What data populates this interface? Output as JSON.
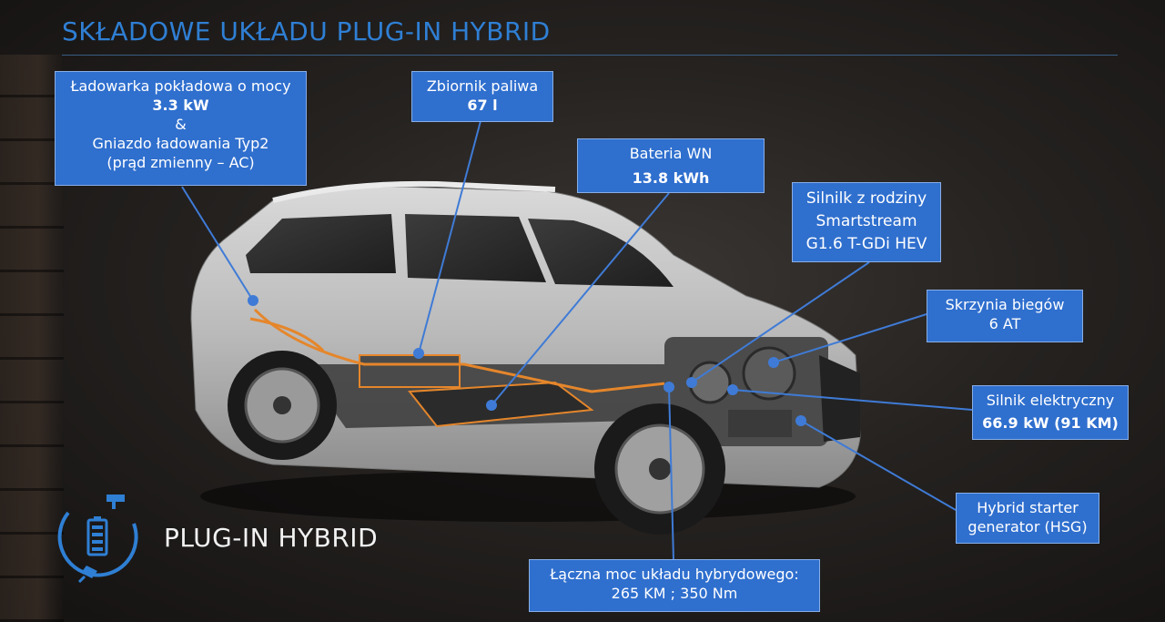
{
  "title": "SKŁADOWE UKŁADU PLUG-IN HYBRID",
  "brand_label": "PLUG-IN HYBRID",
  "accent": "#2f6fce",
  "icons": [
    "ev-plug-icon",
    "battery-icon"
  ],
  "callouts": {
    "charger": {
      "line1": "Ładowarka pokładowa o mocy",
      "line2": "3.3 kW",
      "line3": "&",
      "line4": "Gniazdo ładowania Typ2",
      "line5": "(prąd zmienny – AC)"
    },
    "fuel_tank": {
      "line1": "Zbiornik paliwa",
      "line2": "67 l"
    },
    "battery": {
      "line1": "Bateria WN",
      "line2": "13.8 kWh"
    },
    "engine": {
      "line1": "Silnilk z rodziny",
      "line2": "Smartstream",
      "line3": "G1.6 T-GDi HEV"
    },
    "gearbox": {
      "line1": "Skrzynia biegów",
      "line2": "6 AT"
    },
    "motor": {
      "line1": "Silnik elektryczny",
      "line2": "66.9 kW (91 KM)"
    },
    "hsg": {
      "line1": "Hybrid starter",
      "line2": "generator (HSG)"
    },
    "total": {
      "line1": "Łączna moc układu hybrydowego:",
      "line2": "265 KM ; 350 Nm"
    }
  }
}
